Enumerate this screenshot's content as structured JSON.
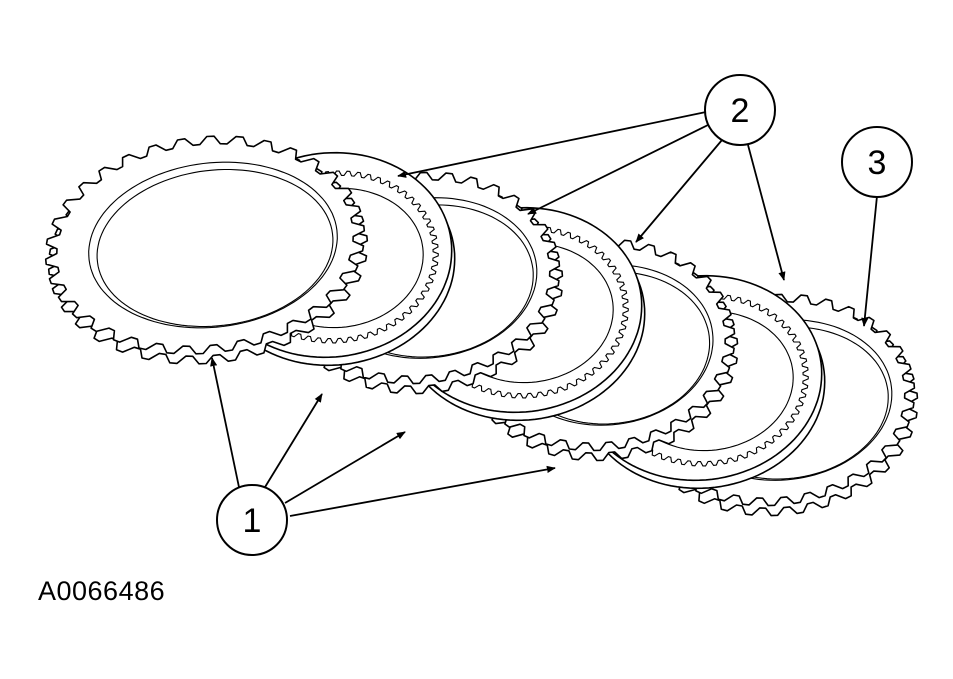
{
  "callouts": {
    "one": "1",
    "two": "2",
    "three": "3"
  },
  "figure_id": "A0066486",
  "colors": {
    "line": "#000000",
    "background": "#ffffff"
  }
}
